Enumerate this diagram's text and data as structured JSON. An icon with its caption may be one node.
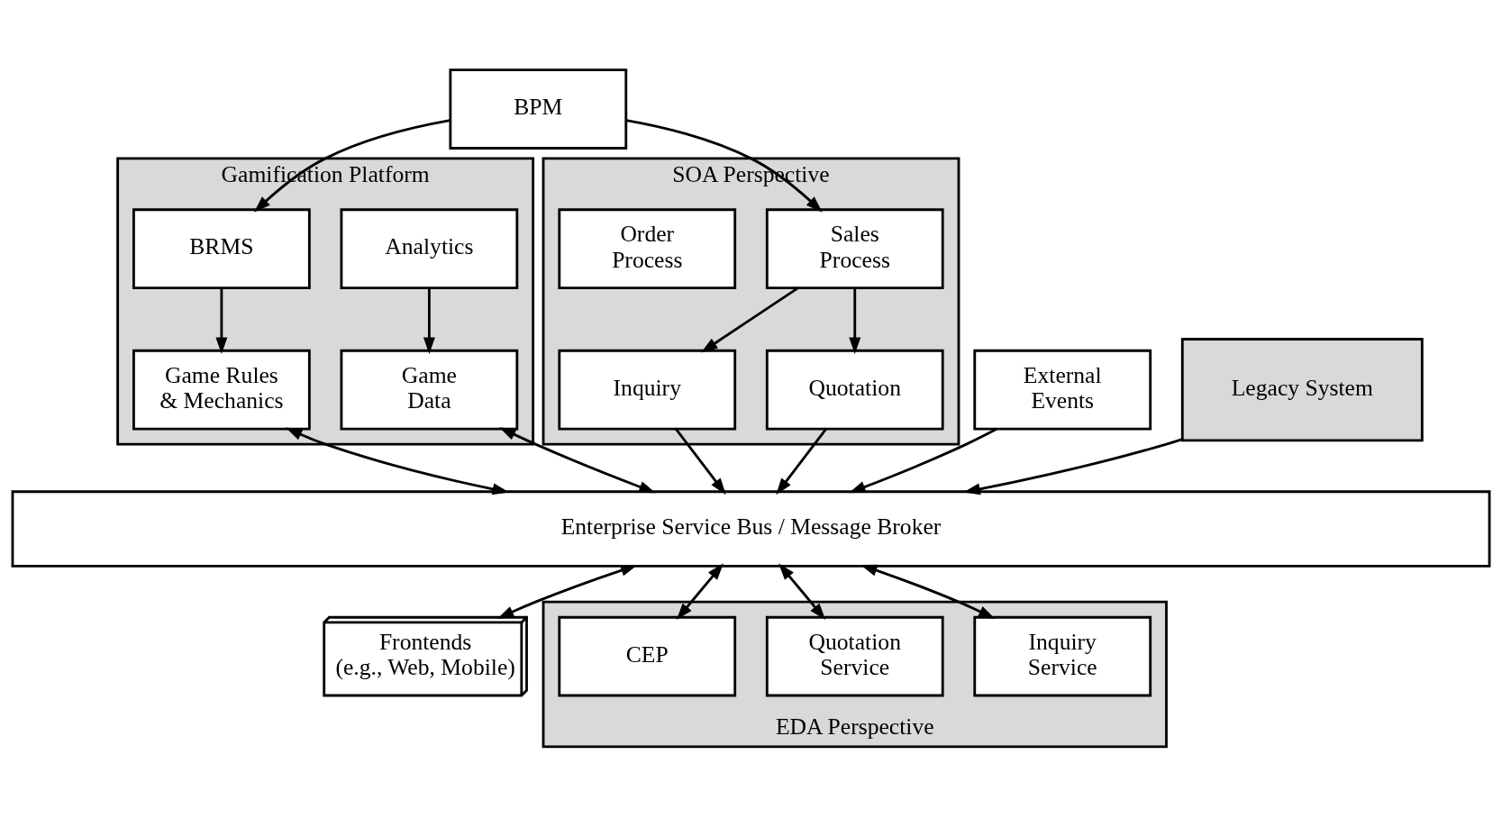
{
  "diagram": {
    "nodes": [
      {
        "text": [
          "BPM"
        ]
      },
      {
        "text": [
          "Gamification Platform"
        ]
      },
      {
        "text": [
          "Analytics"
        ],
        "in": 1
      },
      {
        "text": [
          "BRMS"
        ],
        "in": 1
      },
      {
        "text": [
          "Game Data"
        ],
        "in": 1
      },
      {
        "text": [
          "Game Rules & Mechanics"
        ],
        "in": 1
      },
      {
        "text": [
          "SOA Perspective"
        ]
      },
      {
        "text": [
          "Sales Process"
        ],
        "in": 6
      },
      {
        "text": [
          "Order Process"
        ],
        "in": 6
      },
      {
        "text": [
          "Inquiry"
        ],
        "in": 6
      },
      {
        "text": [
          "Quotation"
        ],
        "in": 6
      },
      {
        "text": [
          "External Events"
        ]
      },
      {
        "text": [
          "Legacy System"
        ]
      },
      {
        "text": [
          "Enterprise Service Bus / Message Broker"
        ]
      },
      {
        "text": [
          "Frontends (e.g., Web, Mobile)"
        ]
      },
      {
        "text": [
          "EDA Perspective"
        ]
      },
      {
        "text": [
          "Inquiry Service"
        ],
        "in": 15
      },
      {
        "text": [
          "Quotation Service"
        ],
        "in": 15
      },
      {
        "text": [
          "CEP"
        ],
        "in": 15
      }
    ],
    "edges": [
      {
        "from": 0,
        "to": 3,
        "arrow": "to"
      },
      {
        "from": 0,
        "to": 7,
        "arrow": "to"
      },
      {
        "from": 2,
        "to": 4,
        "arrow": "to"
      },
      {
        "from": 3,
        "to": 5,
        "arrow": "to"
      },
      {
        "from": 7,
        "to": 9,
        "arrow": "to"
      },
      {
        "from": 7,
        "to": 10,
        "arrow": "to"
      },
      {
        "from": 11,
        "to": 13,
        "arrow": "to"
      },
      {
        "from": 4,
        "to": 13,
        "arrow": "both"
      },
      {
        "from": 5,
        "to": 13,
        "arrow": "both"
      },
      {
        "from": 9,
        "to": 13,
        "arrow": "to"
      },
      {
        "from": 10,
        "to": 13,
        "arrow": "to"
      },
      {
        "from": 12,
        "to": 13,
        "arrow": "to"
      },
      {
        "from": 13,
        "to": 14,
        "arrow": "both"
      },
      {
        "from": 13,
        "to": 16,
        "arrow": "both"
      },
      {
        "from": 13,
        "to": 17,
        "arrow": "both"
      },
      {
        "from": 13,
        "to": 18,
        "arrow": "both"
      }
    ]
  }
}
